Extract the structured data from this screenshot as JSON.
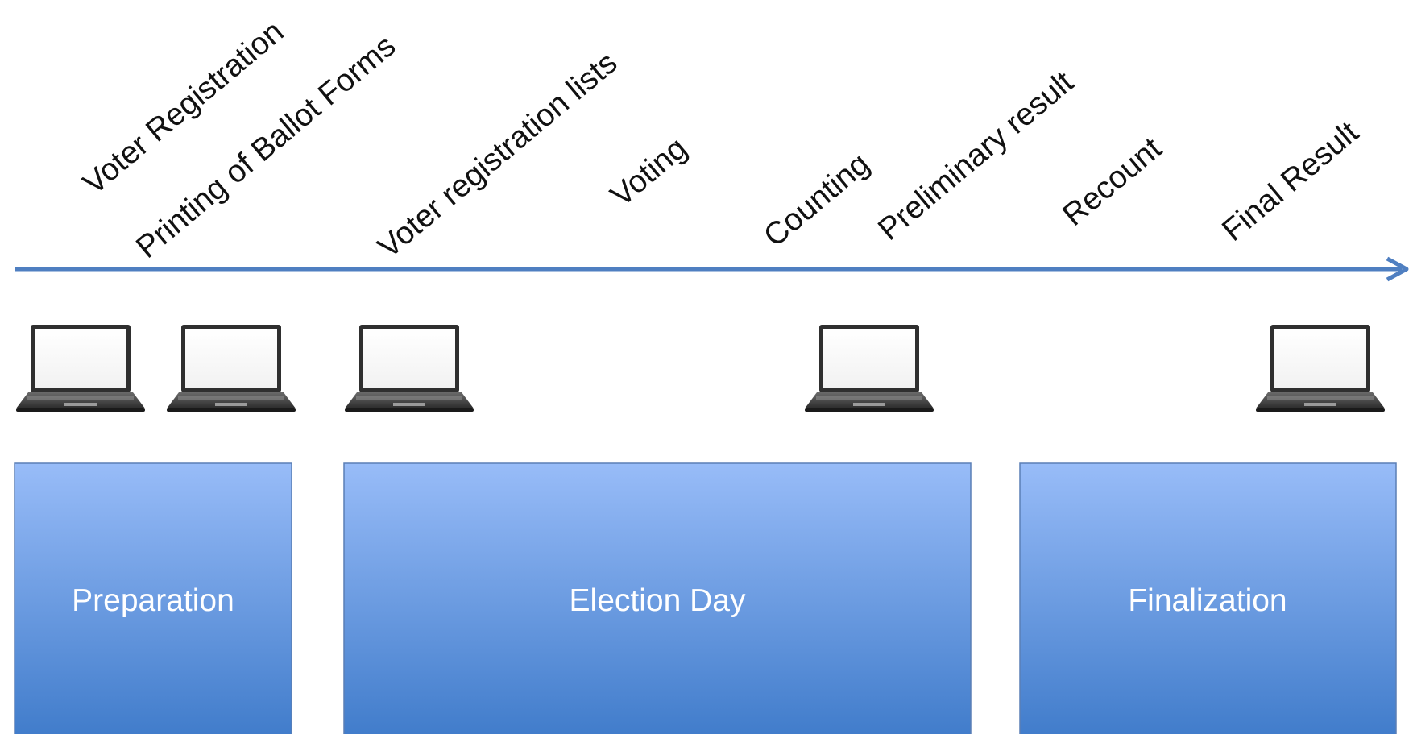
{
  "timeline": {
    "events": [
      {
        "label": "Voter Registration"
      },
      {
        "label": "Printing of Ballot Forms"
      },
      {
        "label": "Voter registration lists"
      },
      {
        "label": "Voting"
      },
      {
        "label": "Counting"
      },
      {
        "label": "Preliminary result"
      },
      {
        "label": "Recount"
      },
      {
        "label": "Final Result"
      }
    ],
    "arrow_color": "#4f7fc1"
  },
  "laptops": [
    {
      "icon": "laptop-icon"
    },
    {
      "icon": "laptop-icon"
    },
    {
      "icon": "laptop-icon"
    },
    {
      "icon": "laptop-icon"
    },
    {
      "icon": "laptop-icon"
    }
  ],
  "phases": [
    {
      "label": "Preparation"
    },
    {
      "label": "Election Day"
    },
    {
      "label": "Finalization"
    }
  ],
  "colors": {
    "phase_top": "#98bcf8",
    "phase_bottom": "#3f7bca",
    "phase_border": "#5a7fb5"
  }
}
